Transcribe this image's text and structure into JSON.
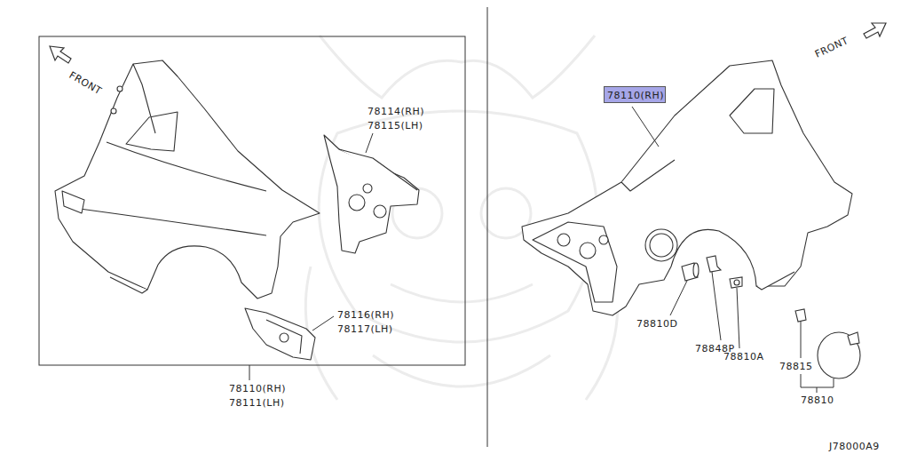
{
  "diagram": {
    "nodes": [
      {
        "text": [
          "78110(RH)"
        ]
      }
    ],
    "labels": [
      "FRONT",
      "78114(RH)",
      "78115(LH)",
      "78116(RH)",
      "78117(LH)",
      "78110(RH)",
      "78111(LH)",
      "FRONT",
      "78810D",
      "78848P",
      "78810A",
      "78815",
      "78810",
      "J78000A9"
    ]
  }
}
